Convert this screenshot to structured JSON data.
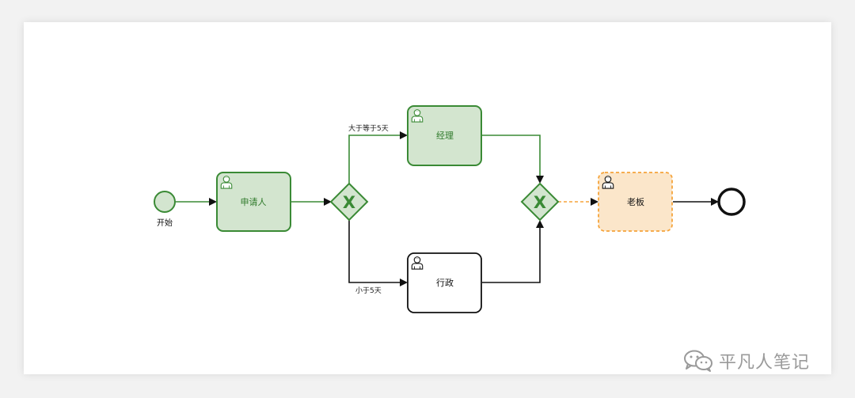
{
  "colors": {
    "completed_fill": "#d3e5cf",
    "completed_stroke": "#3a8a35",
    "completed_text": "#2f7a2b",
    "active_fill": "#fbe6ca",
    "active_stroke": "#f5a33a",
    "pending_fill": "#ffffff",
    "pending_stroke": "#111111",
    "edge_done": "#3a8a35",
    "edge_pending": "#111111",
    "edge_active": "#f5a33a"
  },
  "nodes": {
    "start": {
      "label": "开始"
    },
    "applicant": {
      "label": "申请人"
    },
    "manager": {
      "label": "经理"
    },
    "admin": {
      "label": "行政"
    },
    "boss": {
      "label": "老板"
    }
  },
  "edges": {
    "to_manager": {
      "label": "大于等于5天"
    },
    "to_admin": {
      "label": "小于5天"
    }
  },
  "watermark": {
    "text": "平凡人笔记",
    "icon": "wechat-icon"
  }
}
